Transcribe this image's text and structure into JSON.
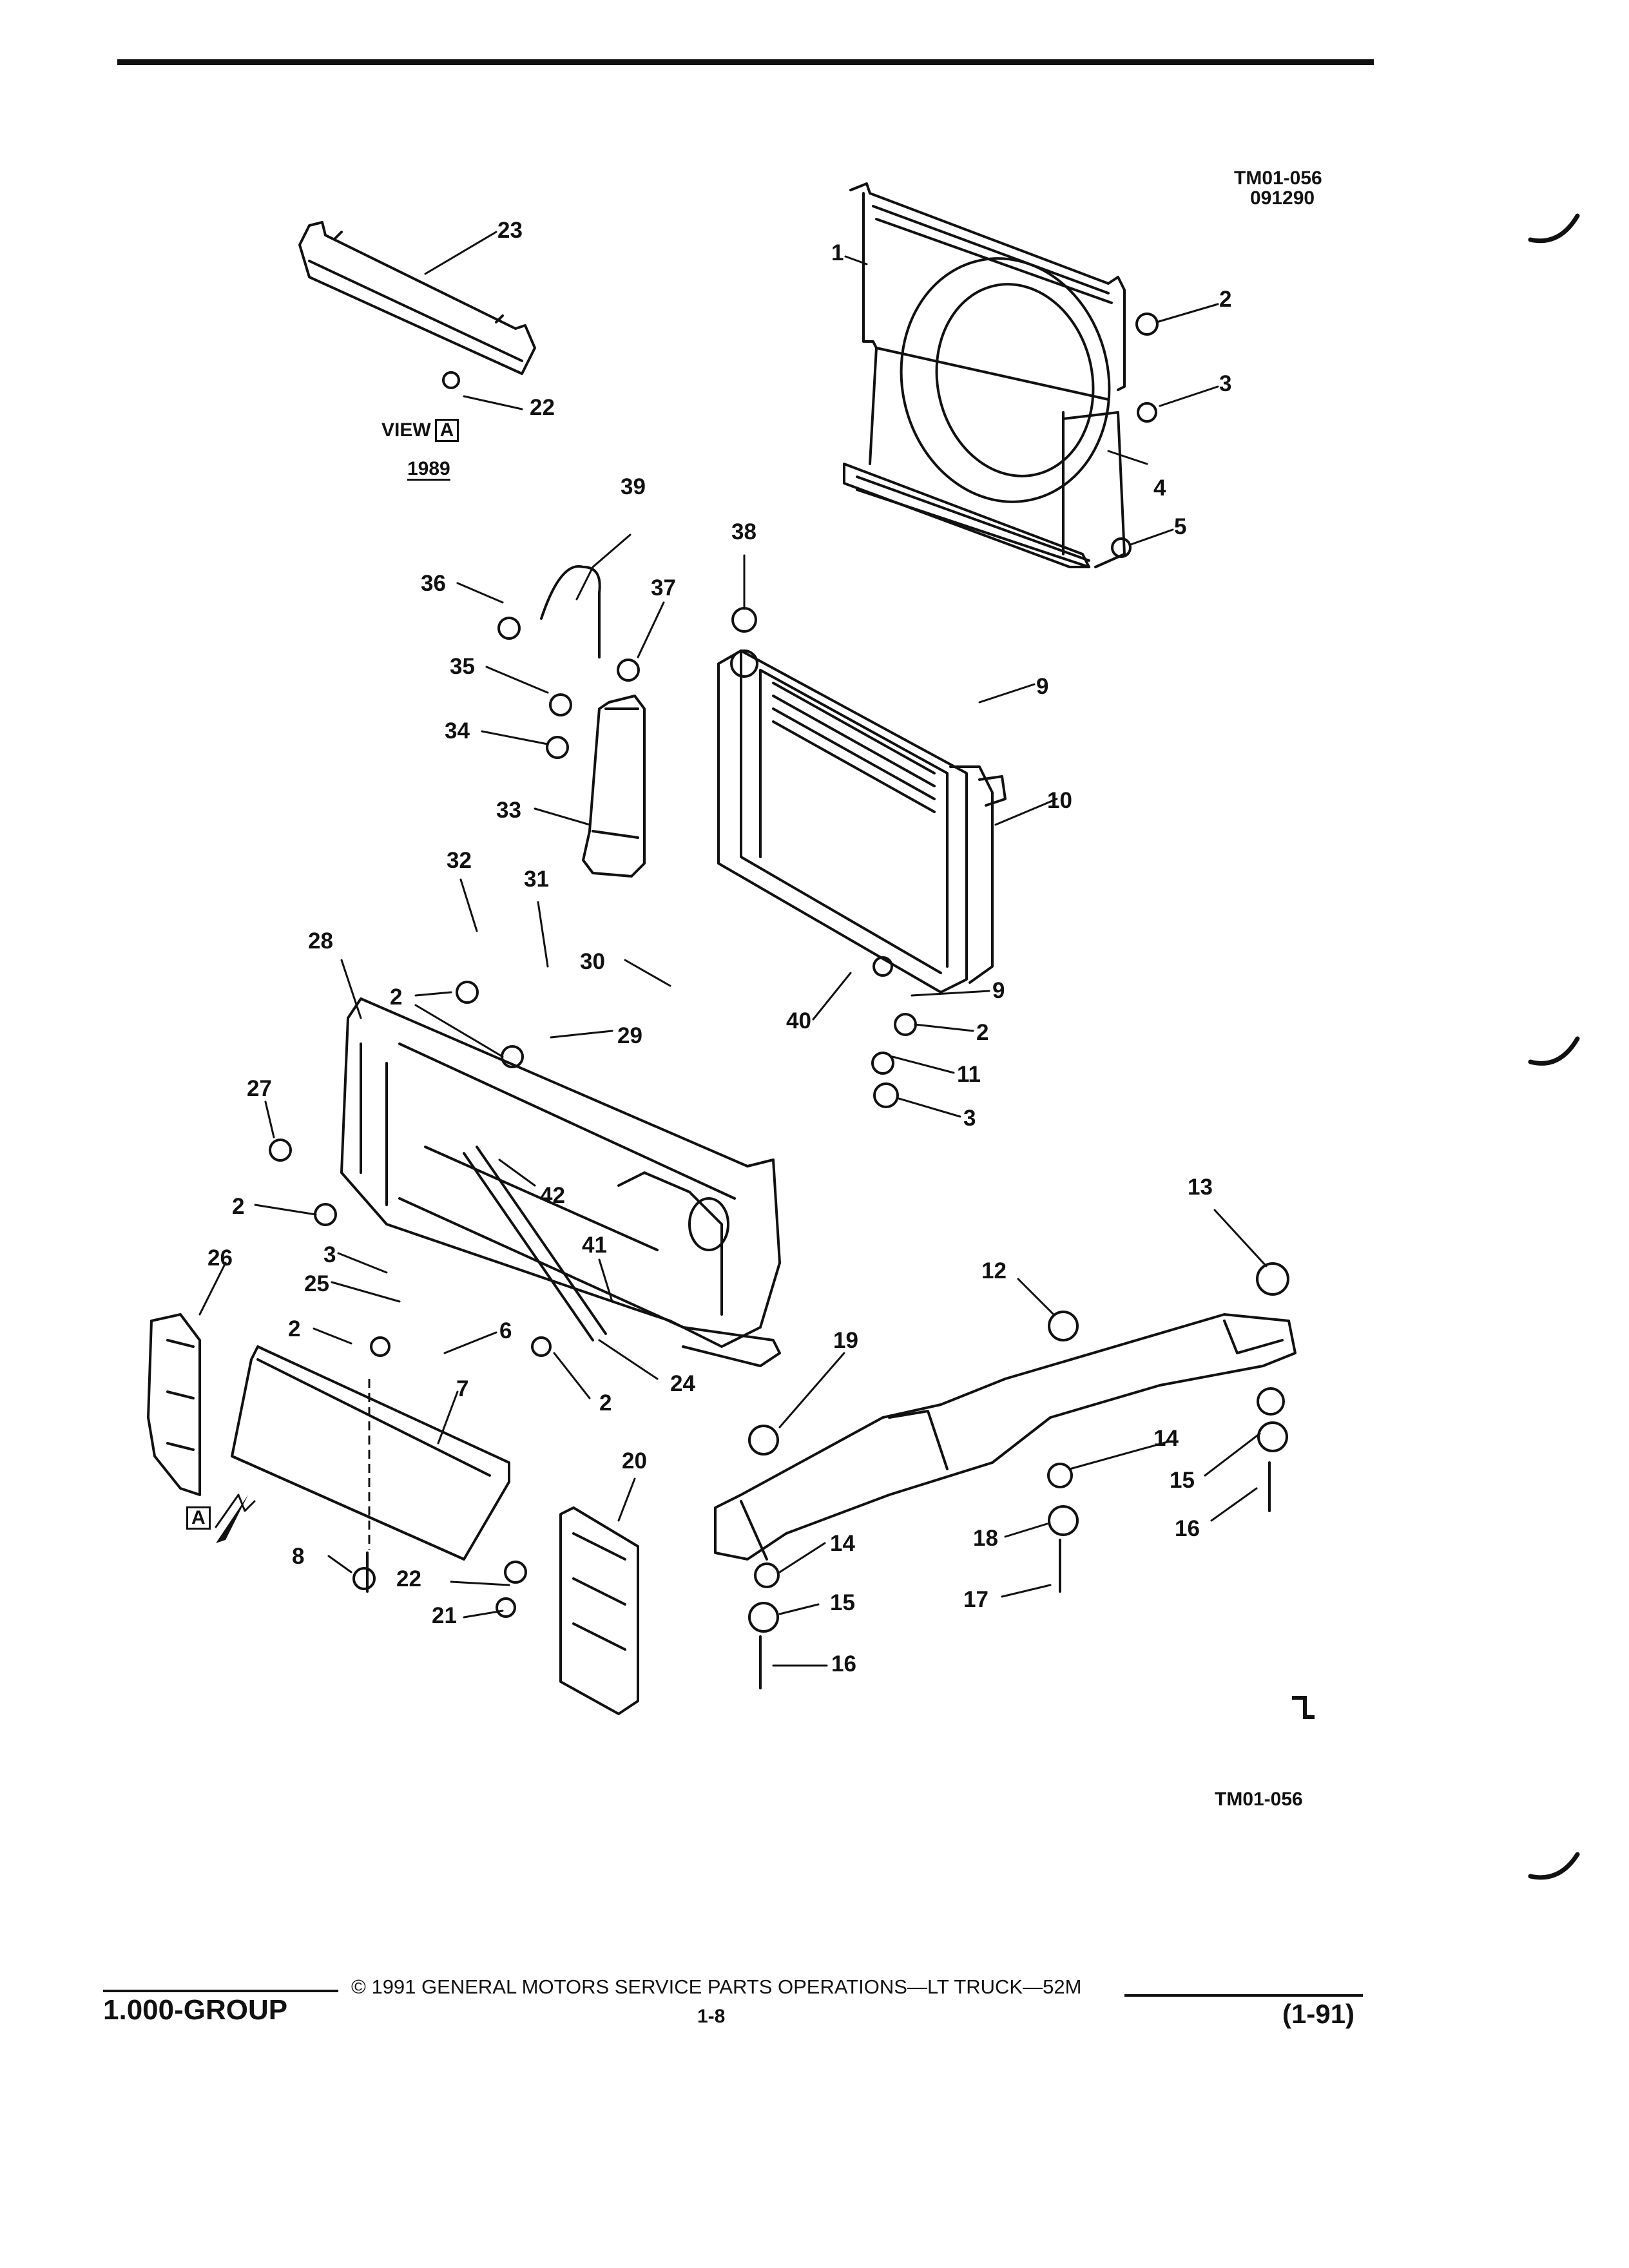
{
  "header": {
    "figure_code": "TM01-056",
    "figure_date": "091290"
  },
  "view": {
    "label": "VIEW",
    "marker": "A",
    "year": "1989"
  },
  "callouts": [
    {
      "id": "c1",
      "text": "1"
    },
    {
      "id": "c2a",
      "text": "2"
    },
    {
      "id": "c3a",
      "text": "3"
    },
    {
      "id": "c4",
      "text": "4"
    },
    {
      "id": "c5",
      "text": "5"
    },
    {
      "id": "c9a",
      "text": "9"
    },
    {
      "id": "c10",
      "text": "10"
    },
    {
      "id": "c9b",
      "text": "9"
    },
    {
      "id": "c2b",
      "text": "2"
    },
    {
      "id": "c11",
      "text": "11"
    },
    {
      "id": "c3b",
      "text": "3"
    },
    {
      "id": "c38",
      "text": "38"
    },
    {
      "id": "c39",
      "text": "39"
    },
    {
      "id": "c36",
      "text": "36"
    },
    {
      "id": "c37",
      "text": "37"
    },
    {
      "id": "c35",
      "text": "35"
    },
    {
      "id": "c34",
      "text": "34"
    },
    {
      "id": "c33",
      "text": "33"
    },
    {
      "id": "c32",
      "text": "32"
    },
    {
      "id": "c31",
      "text": "31"
    },
    {
      "id": "c30",
      "text": "30"
    },
    {
      "id": "c40",
      "text": "40"
    },
    {
      "id": "c28",
      "text": "28"
    },
    {
      "id": "c2c",
      "text": "2"
    },
    {
      "id": "c29",
      "text": "29"
    },
    {
      "id": "c27",
      "text": "27"
    },
    {
      "id": "c42",
      "text": "42"
    },
    {
      "id": "c2d",
      "text": "2"
    },
    {
      "id": "c3c",
      "text": "3"
    },
    {
      "id": "c26",
      "text": "26"
    },
    {
      "id": "c25",
      "text": "25"
    },
    {
      "id": "c41",
      "text": "41"
    },
    {
      "id": "c2e",
      "text": "2"
    },
    {
      "id": "c6",
      "text": "6"
    },
    {
      "id": "c24",
      "text": "24"
    },
    {
      "id": "c2f",
      "text": "2"
    },
    {
      "id": "c7",
      "text": "7"
    },
    {
      "id": "c8",
      "text": "8"
    },
    {
      "id": "c22b",
      "text": "22"
    },
    {
      "id": "c21",
      "text": "21"
    },
    {
      "id": "c20",
      "text": "20"
    },
    {
      "id": "c19",
      "text": "19"
    },
    {
      "id": "c12",
      "text": "12"
    },
    {
      "id": "c13",
      "text": "13"
    },
    {
      "id": "c14a",
      "text": "14"
    },
    {
      "id": "c15a",
      "text": "15"
    },
    {
      "id": "c16a",
      "text": "16"
    },
    {
      "id": "c18",
      "text": "18"
    },
    {
      "id": "c17",
      "text": "17"
    },
    {
      "id": "c14b",
      "text": "14"
    },
    {
      "id": "c15b",
      "text": "15"
    },
    {
      "id": "c16b",
      "text": "16"
    },
    {
      "id": "c23",
      "text": "23"
    },
    {
      "id": "c22a",
      "text": "22"
    }
  ],
  "view_arrow_marker": "A",
  "bottom_code": "TM01-056",
  "footer": {
    "group": "1.000-GROUP",
    "copyright": "© 1991 GENERAL MOTORS SERVICE PARTS OPERATIONS—LT TRUCK—52M",
    "page": "1-8",
    "date": "(1-91)"
  },
  "colors": {
    "ink": "#111111",
    "paper": "#ffffff"
  }
}
